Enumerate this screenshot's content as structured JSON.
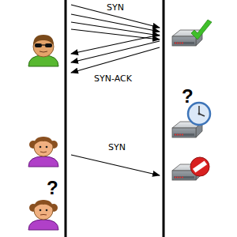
{
  "diagram": {
    "labels": [
      "SYN",
      "SYN-ACK",
      "?",
      "SYN",
      "?"
    ]
  }
}
